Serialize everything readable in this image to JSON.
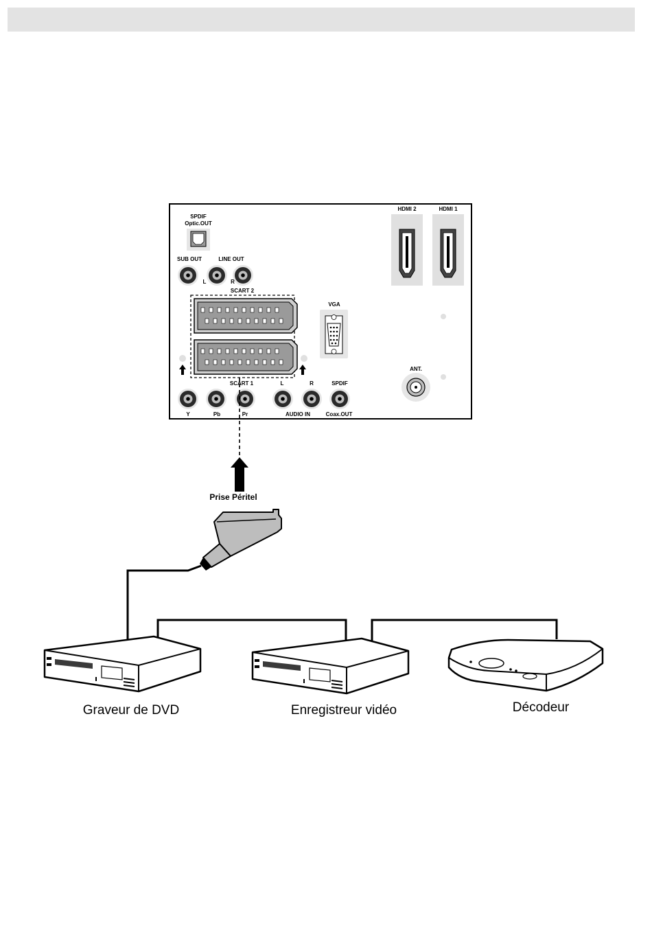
{
  "panel": {
    "spdif_optic_line1": "SPDIF",
    "spdif_optic_line2": "Optic.OUT",
    "sub_out": "SUB OUT",
    "line_out": "LINE OUT",
    "line_out_l": "L",
    "line_out_r": "R",
    "scart2": "SCART 2",
    "scart1": "SCART 1",
    "vga": "VGA",
    "hdmi2": "HDMI 2",
    "hdmi1": "HDMI 1",
    "ant": "ANT.",
    "y": "Y",
    "pb": "Pb",
    "pr": "Pr",
    "audio_l": "L",
    "audio_r": "R",
    "audio_in": "AUDIO IN",
    "spdif_coax_line1": "SPDIF",
    "spdif_coax_line2": "Coax.OUT"
  },
  "connector_label": "Prise Péritel",
  "devices": [
    {
      "label": "Graveur de DVD",
      "icon": "dvd-recorder-icon"
    },
    {
      "label": "Enregistreur vidéo",
      "icon": "vcr-icon"
    },
    {
      "label": "Décodeur",
      "icon": "decoder-box-icon"
    }
  ],
  "colors": {
    "ink": "#000000",
    "header_bar": "#e3e3e3",
    "port_grey": "#e6e6e6"
  }
}
